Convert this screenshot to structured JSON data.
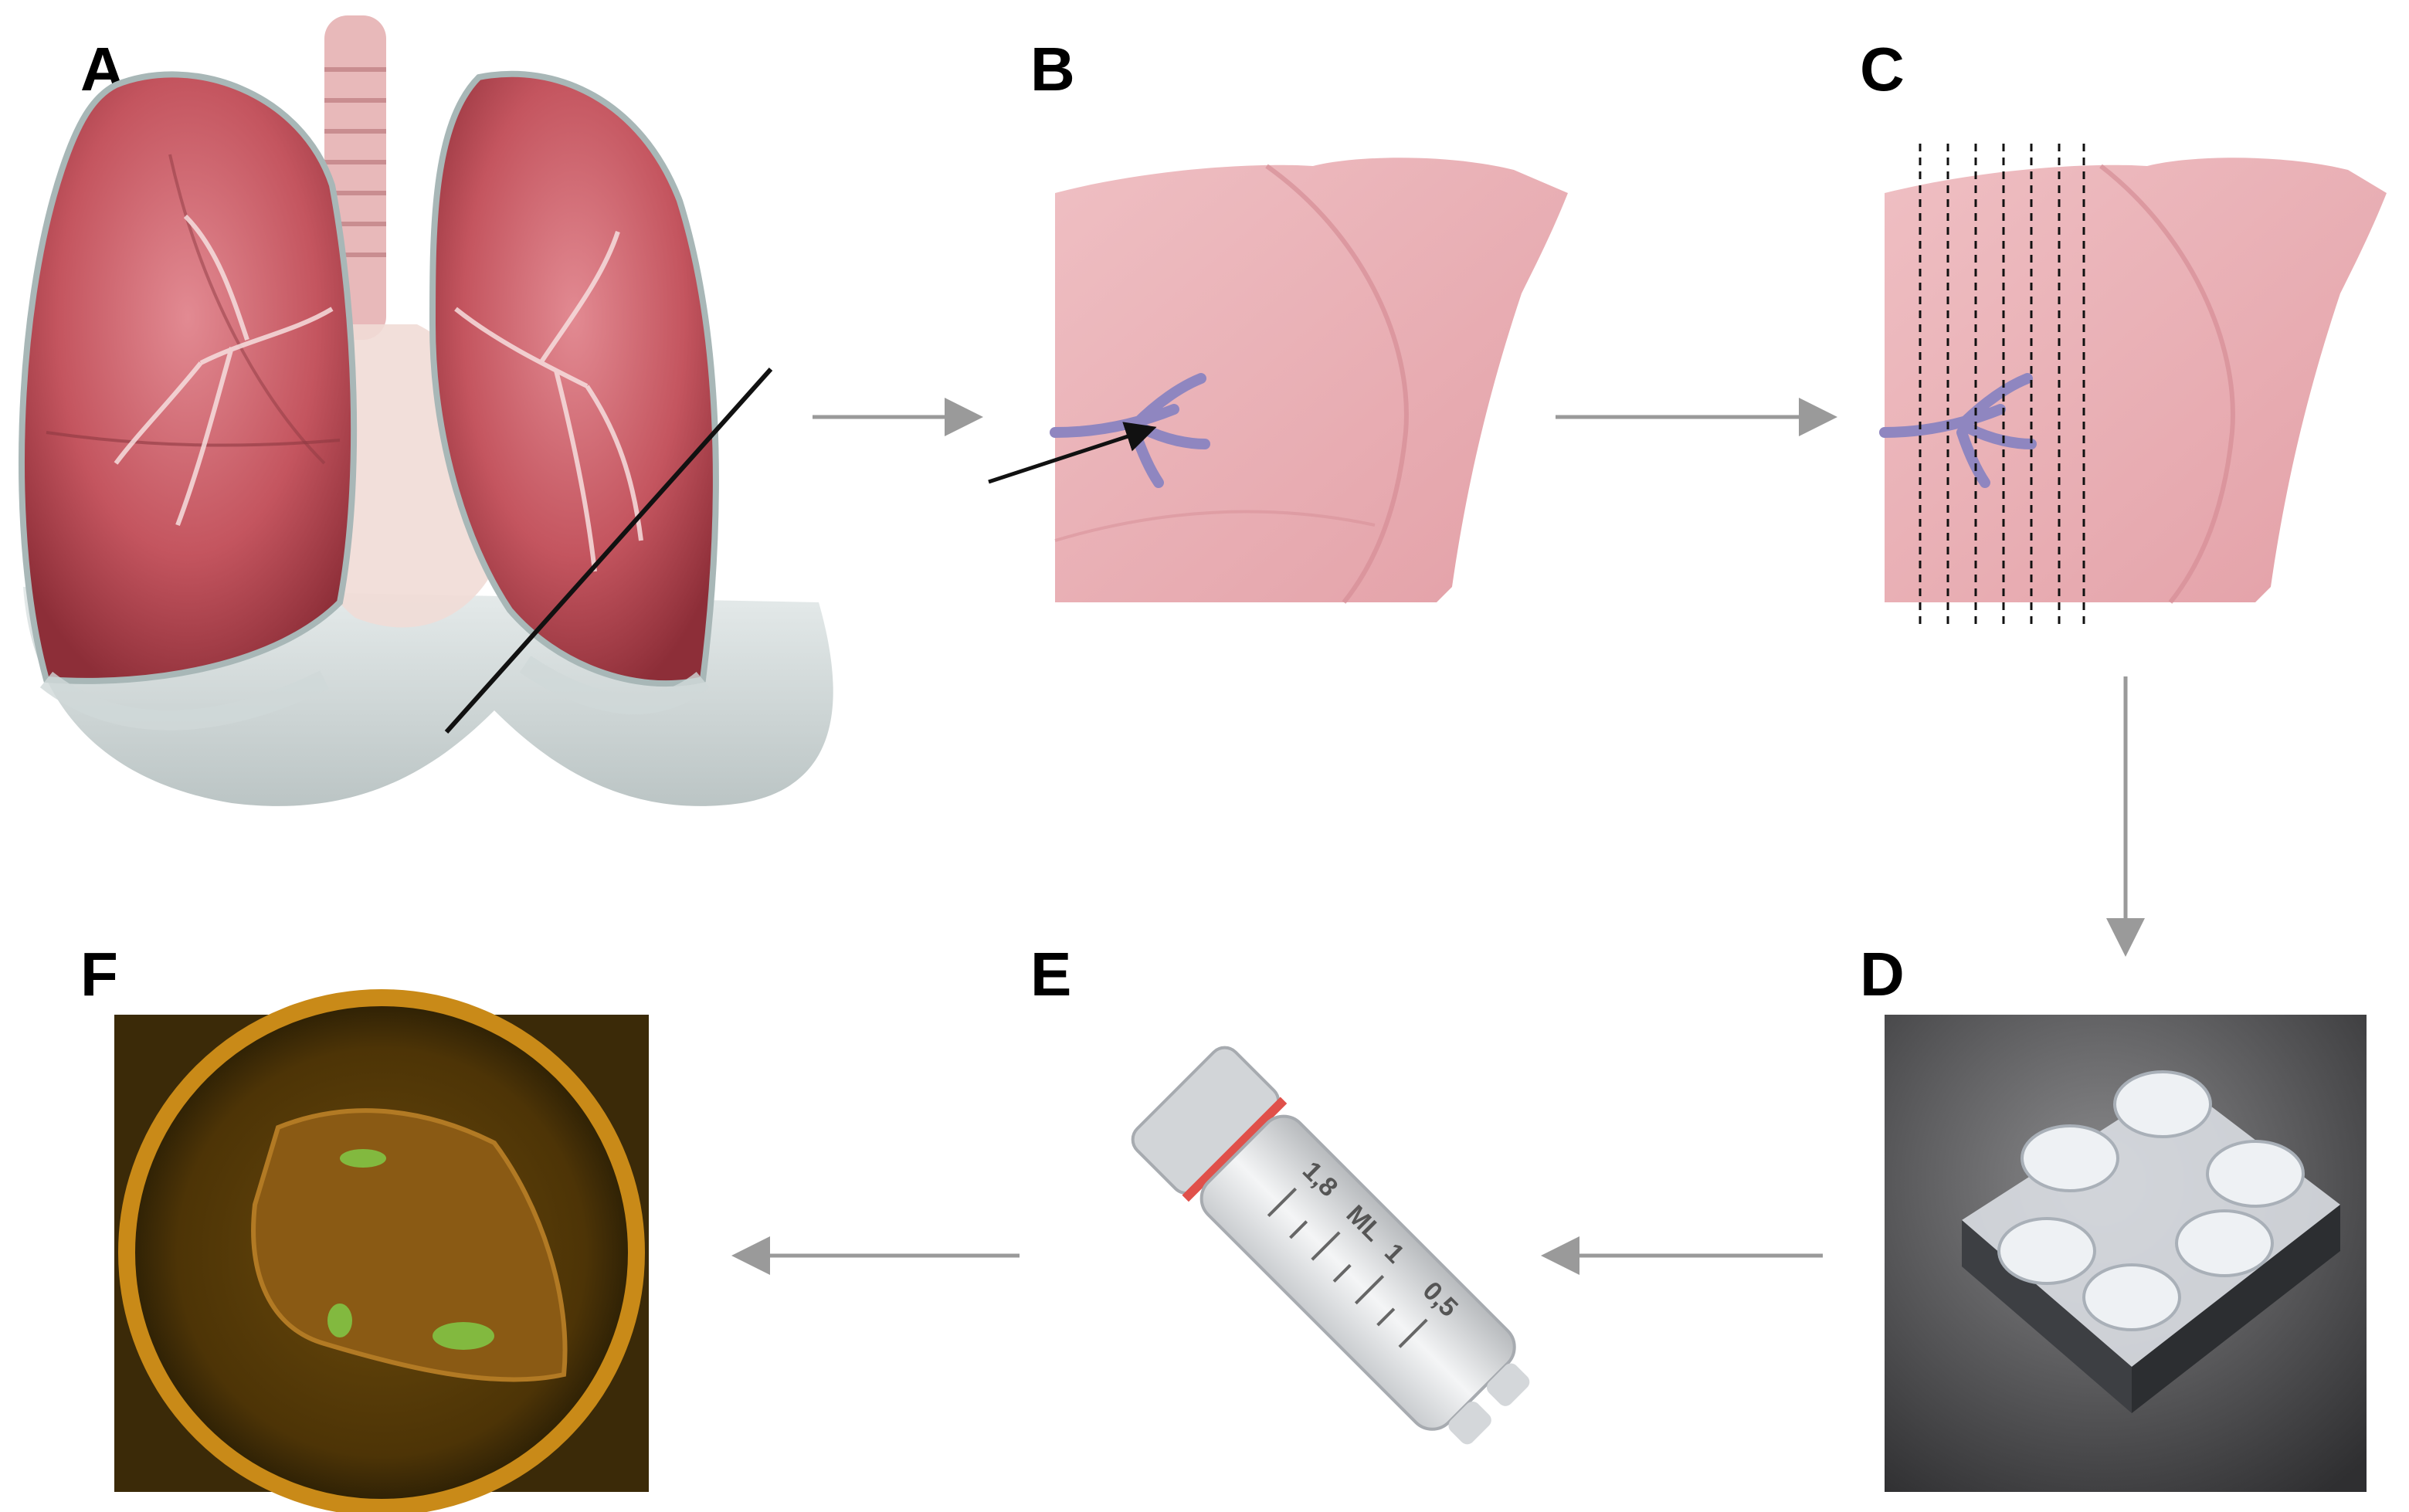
{
  "panels": {
    "a": {
      "label": "A",
      "title": "Human lungs with cut line"
    },
    "b": {
      "label": "B",
      "title": "Excised lung lobe"
    },
    "c": {
      "label": "C",
      "title": "Lobe with slicing lines"
    },
    "d": {
      "label": "D",
      "title": "6-well culture plate"
    },
    "e": {
      "label": "E",
      "title": "Cryovial",
      "scale_top": "1,8",
      "scale_unit": "ML",
      "scale_mid": "1",
      "scale_low": "0,5"
    },
    "f": {
      "label": "F",
      "title": "Fluorescent lung slice in well"
    }
  },
  "colors": {
    "arrow": "#9a9a9a",
    "lung_red": "#c4555f",
    "lobe_pink": "#eab3b8",
    "well_amber": "#c98a18",
    "plate_bg": "#4a4a4c"
  }
}
